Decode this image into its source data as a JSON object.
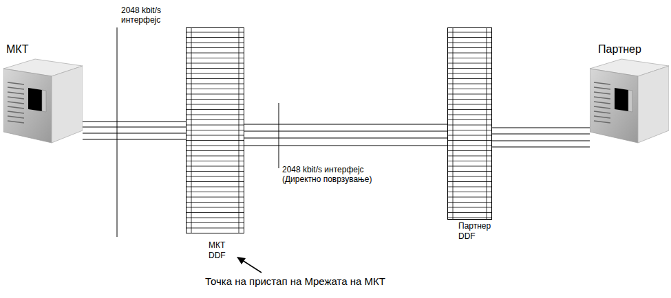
{
  "diagram": {
    "nodes": [
      {
        "text": [
          "МКТ"
        ]
      },
      {
        "text": [
          "МКТ DDF"
        ]
      },
      {
        "text": [
          "Партнер DDF"
        ]
      },
      {
        "text": [
          "Партнер"
        ]
      }
    ],
    "edges": [
      {
        "from": 0,
        "to": 1,
        "arrow": "none"
      },
      {
        "from": 1,
        "to": 2,
        "arrow": "none"
      },
      {
        "from": 2,
        "to": 3,
        "arrow": "none"
      }
    ],
    "labels": [
      "2048 kbit/s интерфејс",
      "2048 kbit/s интерфејс (Директно поврзување)",
      "Точка на пристап на Мрежата на МКТ"
    ]
  }
}
